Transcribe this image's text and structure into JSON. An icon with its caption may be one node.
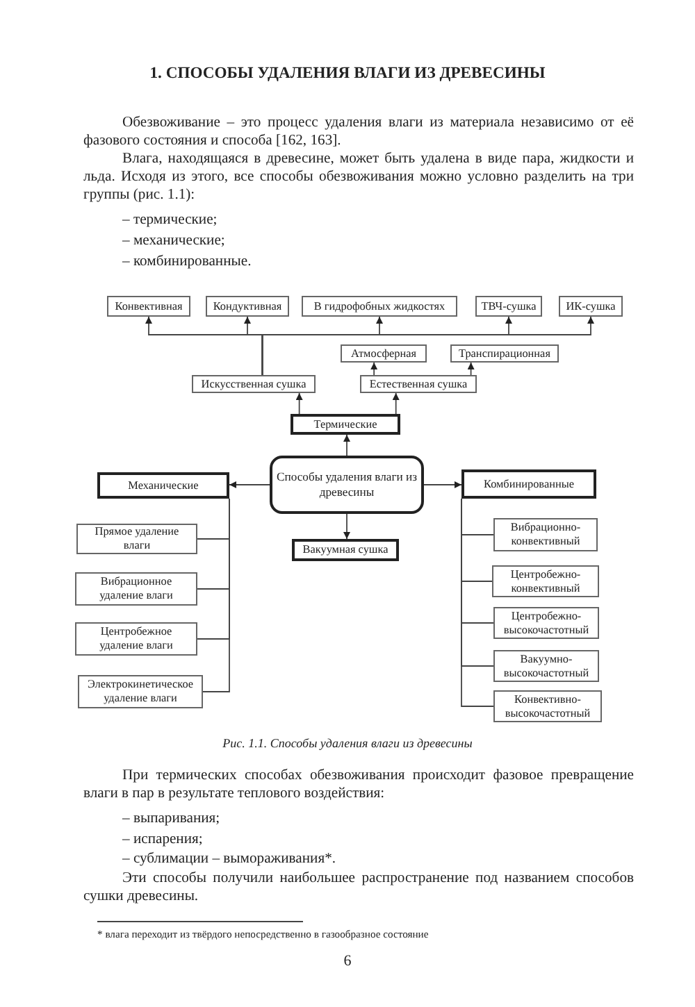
{
  "diagram": {
    "title": "1. СПОСОБЫ УДАЛЕНИЯ ВЛАГИ ИЗ ДРЕВЕСИНЫ",
    "caption": "Рис. 1.1. Способы удаления влаги из древесины",
    "nodes": [
      {
        "text": [
          "Конвективная"
        ]
      },
      {
        "text": [
          "Кондуктивная"
        ]
      },
      {
        "text": [
          "В гидрофобных жидкостях"
        ]
      },
      {
        "text": [
          "ТВЧ-сушка"
        ]
      },
      {
        "text": [
          "ИК-сушка"
        ]
      },
      {
        "text": [
          "Атмосферная"
        ]
      },
      {
        "text": [
          "Транспирационная"
        ]
      },
      {
        "text": [
          "Искусственная сушка"
        ]
      },
      {
        "text": [
          "Естественная сушка"
        ]
      },
      {
        "text": [
          "Термические"
        ]
      },
      {
        "text": [
          "Механические"
        ]
      },
      {
        "text": [
          "Способы удаления влаги из древесины"
        ]
      },
      {
        "text": [
          "Комбинированные"
        ]
      },
      {
        "text": [
          "Прямое удаление влаги"
        ]
      },
      {
        "text": [
          "Вибрационно-конвективный"
        ]
      },
      {
        "text": [
          "Вакуумная сушка"
        ]
      },
      {
        "text": [
          "Вибрационное удаление влаги"
        ]
      },
      {
        "text": [
          "Центробежно-конвективный"
        ]
      },
      {
        "text": [
          "Центробежно-высокочастотный"
        ]
      },
      {
        "text": [
          "Центробежное удаление влаги"
        ]
      },
      {
        "text": [
          "Вакуумно-высокочастотный"
        ]
      },
      {
        "text": [
          "Электрокинетическое удаление влаги"
        ]
      },
      {
        "text": [
          "Конвективно-высокочастотный"
        ]
      }
    ],
    "edges": [
      {
        "from": 7,
        "to": 0,
        "arrow": "to"
      },
      {
        "from": 7,
        "to": 1,
        "arrow": "to"
      },
      {
        "from": 7,
        "to": 2,
        "arrow": "to"
      },
      {
        "from": 7,
        "to": 3,
        "arrow": "to"
      },
      {
        "from": 7,
        "to": 4,
        "arrow": "to"
      },
      {
        "from": 9,
        "to": 7,
        "arrow": "to"
      },
      {
        "from": 9,
        "to": 8,
        "arrow": "to"
      },
      {
        "from": 8,
        "to": 5,
        "arrow": "to"
      },
      {
        "from": 8,
        "to": 6,
        "arrow": "to"
      },
      {
        "from": 11,
        "to": 9,
        "arrow": "to"
      },
      {
        "from": 11,
        "to": 10,
        "arrow": "to"
      },
      {
        "from": 11,
        "to": 12,
        "arrow": "to"
      },
      {
        "from": 11,
        "to": 15,
        "arrow": "to"
      },
      {
        "from": 10,
        "to": 13,
        "arrow": "none"
      },
      {
        "from": 10,
        "to": 16,
        "arrow": "none"
      },
      {
        "from": 10,
        "to": 19,
        "arrow": "none"
      },
      {
        "from": 10,
        "to": 21,
        "arrow": "none"
      },
      {
        "from": 12,
        "to": 14,
        "arrow": "none"
      },
      {
        "from": 12,
        "to": 17,
        "arrow": "none"
      },
      {
        "from": 12,
        "to": 18,
        "arrow": "none"
      },
      {
        "from": 12,
        "to": 20,
        "arrow": "none"
      },
      {
        "from": 12,
        "to": 22,
        "arrow": "none"
      }
    ],
    "labels": [
      "Обезвоживание – это процесс удаления влаги из материала независимо от её фазового состояния и способа [162, 163].",
      "Влага, находящаяся в древесине, может быть удалена в виде пара, жидкости и льда. Исходя из этого, все способы обезвоживания можно условно разделить на три группы (рис. 1.1):",
      "– термические;",
      "– механические;",
      "– комбинированные.",
      "При термических способах обезвоживания происходит фазовое превращение влаги в пар в результате теплового воздействия:",
      "– выпаривания;",
      "– испарения;",
      "– сублимации – вымораживания*.",
      "Эти способы получили наибольшее распространение под названием способов сушки древесины.",
      "* влага переходит из твёрдого непосредственно в газообразное состояние",
      "6"
    ]
  }
}
